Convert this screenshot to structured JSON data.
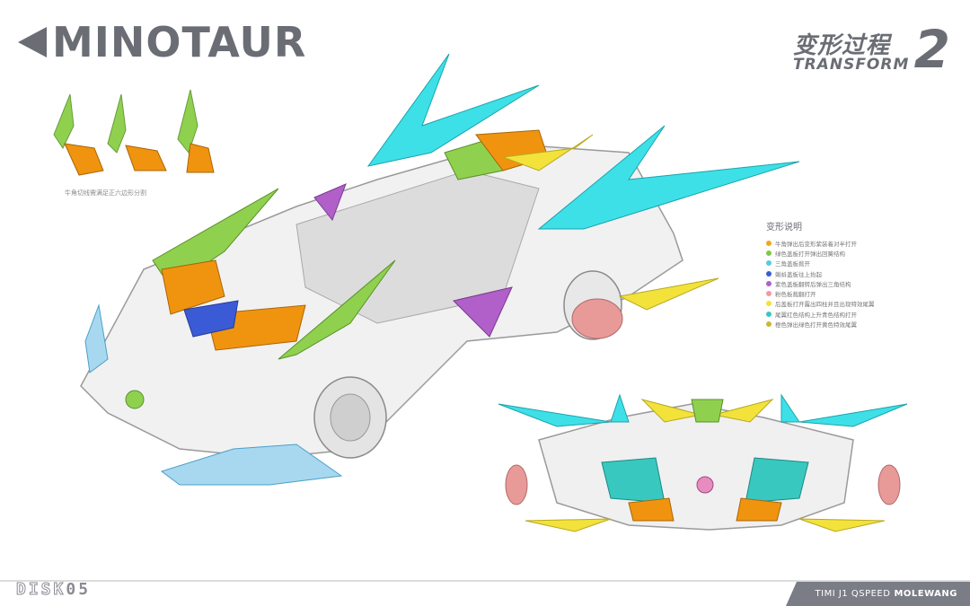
{
  "title": "MINOTAUR",
  "badge": {
    "chinese": "变形过程",
    "english": "TRANSFORM",
    "number": "2"
  },
  "horn_caption": "牛角切线需满足正六边形分割",
  "legend": {
    "title": "变形说明",
    "items": [
      {
        "label": "牛角弹出后变形紫装着对半打开",
        "color": "#f0a81c"
      },
      {
        "label": "绿色盖板打开弹出回簧结构",
        "color": "#7fc94a"
      },
      {
        "label": "三角盖板掀开",
        "color": "#58c8e8"
      },
      {
        "label": "蝌蚪盖板往上抬起",
        "color": "#3b5bd6"
      },
      {
        "label": "紫色盖板翻转后弹出三角结构",
        "color": "#b060c8"
      },
      {
        "label": "粉色板裁翻打开",
        "color": "#f09aa8"
      },
      {
        "label": "后盖板打开露出四柱并且出现特效尾翼",
        "color": "#f2e23a"
      },
      {
        "label": "尾翼红色结构上升青色结构打开",
        "color": "#38c8c0"
      },
      {
        "label": "橙色弹出绿色打开黄色特效尾翼",
        "color": "#c8b838"
      }
    ]
  },
  "footer": {
    "disk_outline": "DISK",
    "disk_number": "05",
    "credit_prefix": "TIMI J1 QSPEED",
    "credit_name": "MOLEWANG"
  }
}
